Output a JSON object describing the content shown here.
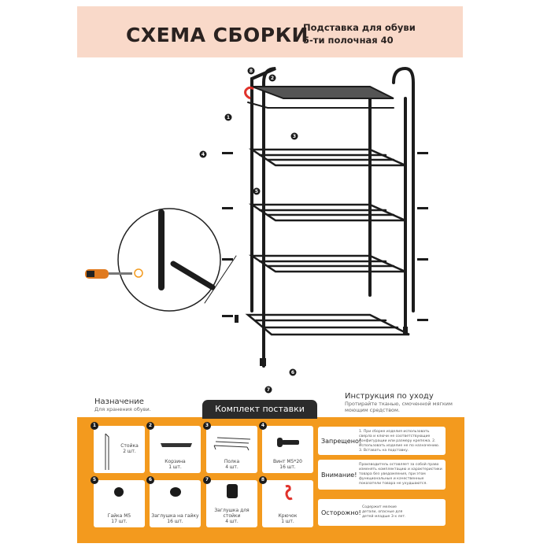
{
  "header": {
    "title": "СХЕМА СБОРКИ",
    "subtitle_line1": "Подставка для обуви",
    "subtitle_line2": "5-ти полочная 40"
  },
  "diagram": {
    "callouts": [
      "1",
      "2",
      "3",
      "4",
      "5",
      "6",
      "7",
      "8"
    ]
  },
  "purpose": {
    "heading": "Назначение",
    "text": "Для хранения обуви."
  },
  "care": {
    "heading": "Инструкция по уходу",
    "text": "Протирайте тканью, смоченной мягким моющим средством."
  },
  "kit": {
    "tab_label": "Комплект поставки",
    "items": [
      {
        "num": "1",
        "name": "Стойка",
        "qty": "2 шт.",
        "icon": "post-icon"
      },
      {
        "num": "2",
        "name": "Корзина",
        "qty": "1 шт.",
        "icon": "basket-icon"
      },
      {
        "num": "3",
        "name": "Полка",
        "qty": "4 шт.",
        "icon": "shelf-icon"
      },
      {
        "num": "4",
        "name": "Винт М5*20",
        "qty": "16 шт.",
        "icon": "screw-icon"
      },
      {
        "num": "5",
        "name": "Гайка М5",
        "qty": "17 шт.",
        "icon": "nut-icon"
      },
      {
        "num": "6",
        "name": "Заглушка на гайку",
        "qty": "16 шт.",
        "icon": "nut-cap-icon"
      },
      {
        "num": "7",
        "name": "Заглушка для стойки",
        "qty": "4 шт.",
        "icon": "post-cap-icon"
      },
      {
        "num": "8",
        "name": "Крючок",
        "qty": "1 шт.",
        "icon": "hook-icon"
      }
    ]
  },
  "notes": [
    {
      "label": "Запрещено!",
      "text": "1. При сборке изделия использовать сверла и ключи не соответствующие конфигурации или размеру крепежа. 2. Использовать изделие не по назначению. 3. Вставать на подставку."
    },
    {
      "label": "Внимание!",
      "text": "Производитель оставляет за собой право изменять комплектацию и характеристики товара без уведомления, при этом функциональные и качественные показатели товара не ухудшаются."
    },
    {
      "label": "Осторожно!",
      "text": "Содержит мелкие детали, опасные для детей младше 3-х лет."
    }
  ],
  "colors": {
    "header_bg": "#f9d9c9",
    "panel": "#f39a1e",
    "tab": "#2b2b2b",
    "hook": "#e0322b"
  }
}
